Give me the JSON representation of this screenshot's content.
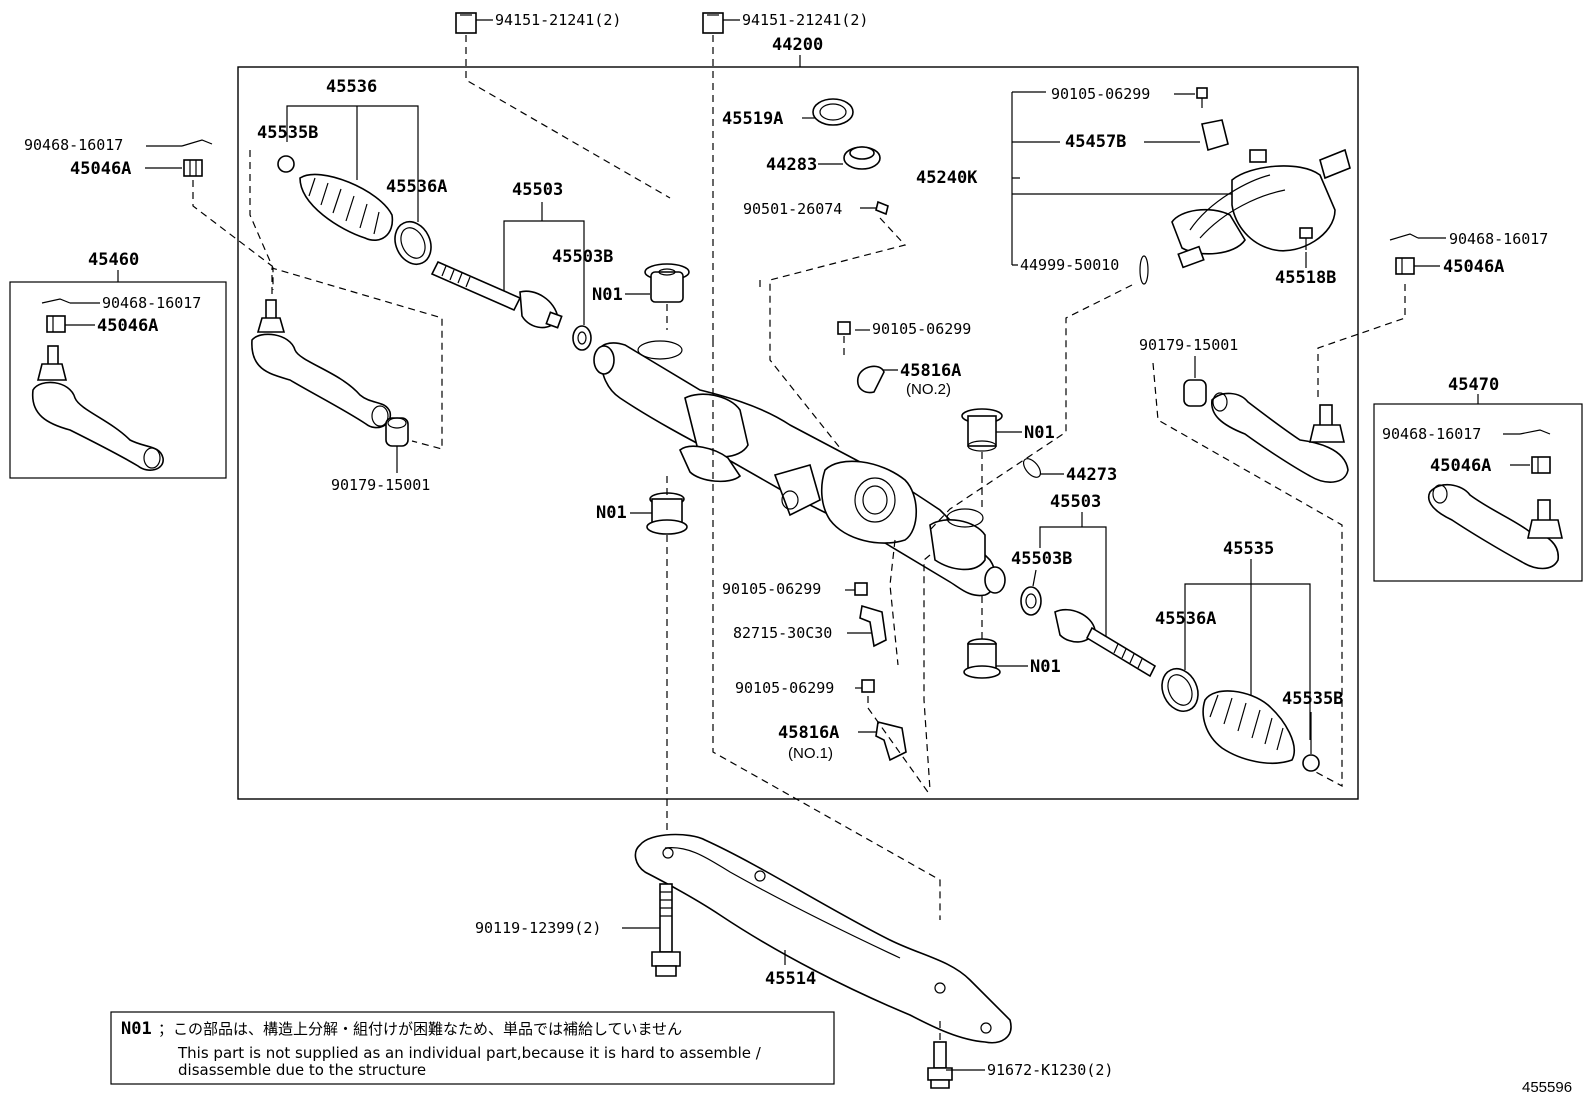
{
  "diagram": {
    "id": "455596",
    "assembly": "44200",
    "labels": {
      "nut_top_left": "94151-21241(2)",
      "nut_top_right": "94151-21241(2)",
      "bellows_left": "45536",
      "clip_left": "45535B",
      "clamp_left": "45536A",
      "rod_left": "45503",
      "washer_left": "45503B",
      "cotter_left_outer": "90468-16017",
      "nut_left_outer": "45046A",
      "tie_end_left": "45460",
      "cotter_left_box": "90468-16017",
      "nut_left_box": "45046A",
      "bushing_left": "90179-15001",
      "n01_a": "N01",
      "n01_b": "N01",
      "n01_c": "N01",
      "n01_d": "N01",
      "seal_ring": "45519A",
      "bearing": "44283",
      "plug": "90501-26074",
      "bolt_top_right": "90105-06299",
      "connector": "45457B",
      "gear_assy": "45240K",
      "oring_housing": "44999-50010",
      "bolt_housing": "45518B",
      "bolt_bracket_top": "90105-06299",
      "bracket_no2": "45816A",
      "bracket_no2_sub": "(NO.2)",
      "oring_small": "44273",
      "rod_right": "45503",
      "washer_right": "45503B",
      "bolt_mid": "90105-06299",
      "sensor_bracket": "82715-30C30",
      "bolt_lower": "90105-06299",
      "bracket_no1": "45816A",
      "bracket_no1_sub": "(NO.1)",
      "bushing_right": "90179-15001",
      "cotter_right_outer": "90468-16017",
      "nut_right_outer": "45046A",
      "tie_end_right": "45470",
      "cotter_right_box": "90468-16017",
      "nut_right_box": "45046A",
      "bellows_right": "45535",
      "clamp_right": "45536A",
      "clip_right": "45535B",
      "member_bolt": "90119-12399(2)",
      "crossmember": "45514",
      "member_bolt_right": "91672-K1230(2)"
    },
    "note": {
      "code": "N01",
      "jp": "；この部品は、構造上分解・組付けが困難なため、単品では補給していません",
      "en_line1": "This part is not supplied as an individual part,because it is hard to assemble /",
      "en_line2": "disassemble due to the structure"
    }
  }
}
